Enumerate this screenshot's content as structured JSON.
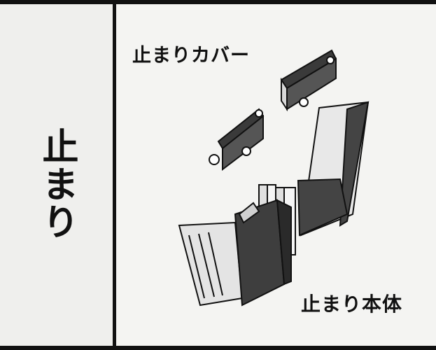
{
  "category": "止まり",
  "labels": {
    "cover": "止まりカバー",
    "body": "止まり本体"
  }
}
